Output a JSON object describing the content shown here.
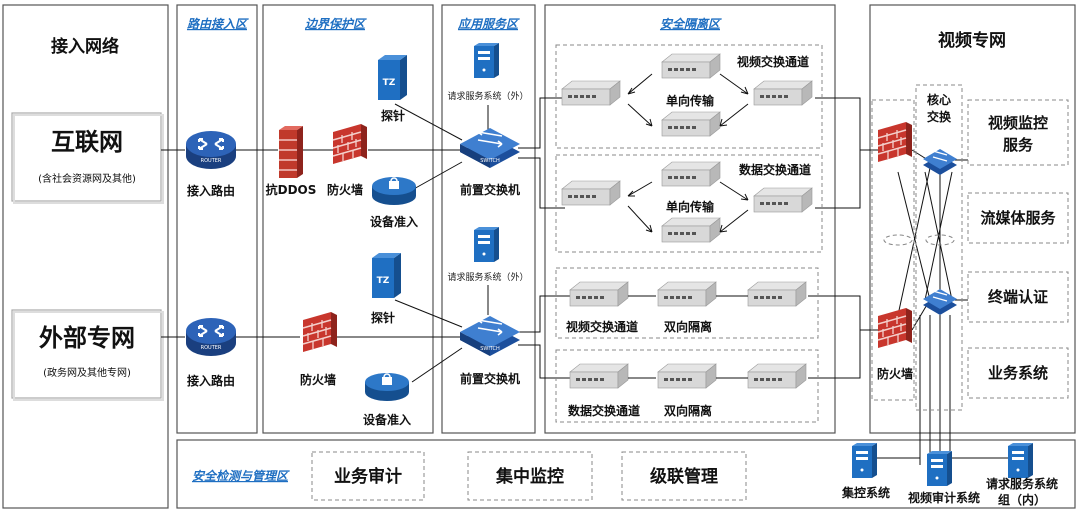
{
  "zones": {
    "access_network": "接入网络",
    "routing": "路由接入区",
    "boundary": "边界保护区",
    "app_service": "应用服务区",
    "isolation": "安全隔离区",
    "video_net": "视频专网",
    "mgmt": "安全检测与管理区"
  },
  "networks": {
    "internet_name": "互联网",
    "internet_sub": "(含社会资源网及其他)",
    "external_name": "外部专网",
    "external_sub": "(政务网及其他专网)"
  },
  "devices": {
    "router": "接入路由",
    "router_icon_text": "ROUTER",
    "anti_ddos": "抗DDOS",
    "firewall": "防火墙",
    "probe": "探针",
    "probe_icon_text": "TZ",
    "device_access": "设备准入",
    "front_switch": "前置交换机",
    "switch_icon_text": "SWITCH",
    "request_service_ext": "请求服务系统（外）",
    "request_service_ext2": "请求服务系统（外）",
    "core_switch_line1": "核心",
    "core_switch_line2": "交换"
  },
  "isolation": {
    "video_channel": "视频交换通道",
    "data_channel": "数据交换通道",
    "one_way": "单向传输",
    "two_way": "双向隔离"
  },
  "services": {
    "video_monitor_line1": "视频监控",
    "video_monitor_line2": "服务",
    "streaming": "流媒体服务",
    "terminal_auth": "终端认证",
    "business": "业务系统"
  },
  "management": {
    "audit": "业务审计",
    "monitor": "集中监控",
    "cascade": "级联管理",
    "control_system": "集控系统",
    "video_audit": "视频审计系统",
    "request_internal_line1": "请求服务系统",
    "request_internal_line2": "组（内）"
  },
  "colors": {
    "zone_title": "#1f6fc2",
    "router": "#1e4f9c",
    "firewall": "#c0392b",
    "switch": "#1f5fb0",
    "server": "#1f6fc2"
  }
}
